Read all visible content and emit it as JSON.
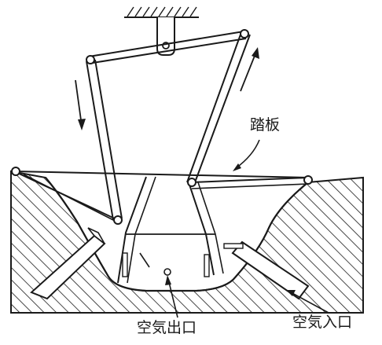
{
  "labels": {
    "pedal": "踏板",
    "air_outlet": "空気出口",
    "air_inlet": "空気入口"
  },
  "colors": {
    "ink": "#1a1a1a",
    "paper": "#ffffff"
  }
}
